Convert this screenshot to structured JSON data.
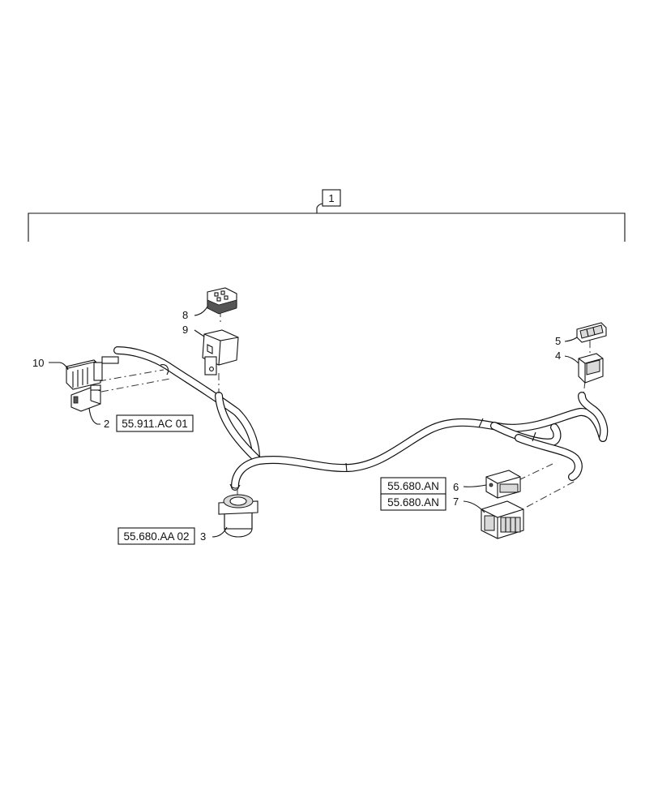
{
  "assembly": {
    "item": "1"
  },
  "callouts": {
    "c2": "2",
    "c3": "3",
    "c4": "4",
    "c5": "5",
    "c6": "6",
    "c7": "7",
    "c8": "8",
    "c9": "9",
    "c10": "10"
  },
  "refs": {
    "ref_2": "55.911.AC 01",
    "ref_3": "55.680.AA 02",
    "ref_6": "55.680.AN",
    "ref_7": "55.680.AN"
  },
  "colors": {
    "line": "#111111",
    "background": "#ffffff"
  }
}
